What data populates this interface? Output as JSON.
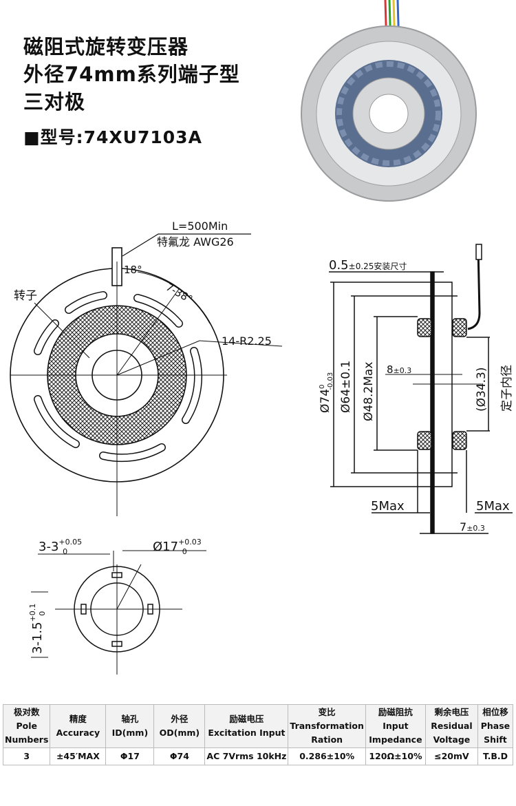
{
  "title": {
    "line1": "磁阻式旋转变压器",
    "line2": "外径74mm系列端子型",
    "line3": "三对极",
    "model": "■型号:74XU7103A"
  },
  "front_view": {
    "lead_length": "L=500Min",
    "wire": "特氟龙 AWG26",
    "angle1": "18°",
    "angle2": "7-38°",
    "rotor_label": "转子",
    "slot_radius": "14-R2.25"
  },
  "side_view": {
    "mount_dim": "0.5",
    "mount_tol": "±0.25安装尺寸",
    "od": "Ø74",
    "od_tol_upper": "0",
    "od_tol_lower": "-0.03",
    "d64": "Ø64±0.1",
    "d48": "Ø48.2Max",
    "width8": "8",
    "width8_tol": "±0.3",
    "stator_id": "(Ø34.3)",
    "stator_id_label": "定子内径",
    "left_max": "5Max",
    "right_max": "5Max",
    "width7": "7",
    "width7_tol": "±0.3"
  },
  "small_view": {
    "key_width": "3-3",
    "key_width_tol_upper": "+0.05",
    "key_width_tol_lower": "0",
    "bore": "Ø17",
    "bore_tol_upper": "+0.03",
    "bore_tol_lower": "0",
    "key_depth": "3-1.5",
    "key_depth_tol_upper": "+0.1",
    "key_depth_tol_lower": "0"
  },
  "spec_table": {
    "headers": [
      [
        "极对数",
        "Pole",
        "Numbers"
      ],
      [
        "精度",
        "Accuracy"
      ],
      [
        "轴孔",
        "ID(mm)"
      ],
      [
        "外径",
        "OD(mm)"
      ],
      [
        "励磁电压",
        "Excitation Input"
      ],
      [
        "变比",
        "Transformation",
        "Ration"
      ],
      [
        "励磁阻抗",
        "Input",
        "Impedance"
      ],
      [
        "剩余电压",
        "Residual",
        "Voltage"
      ],
      [
        "相位移",
        "Phase",
        "Shift"
      ]
    ],
    "row": [
      "3",
      "±45′MAX",
      "Φ17",
      "Φ74",
      "AC 7Vrms 10kHz",
      "0.286±10%",
      "120Ω±10%",
      "≤20mV",
      "T.B.D"
    ]
  }
}
